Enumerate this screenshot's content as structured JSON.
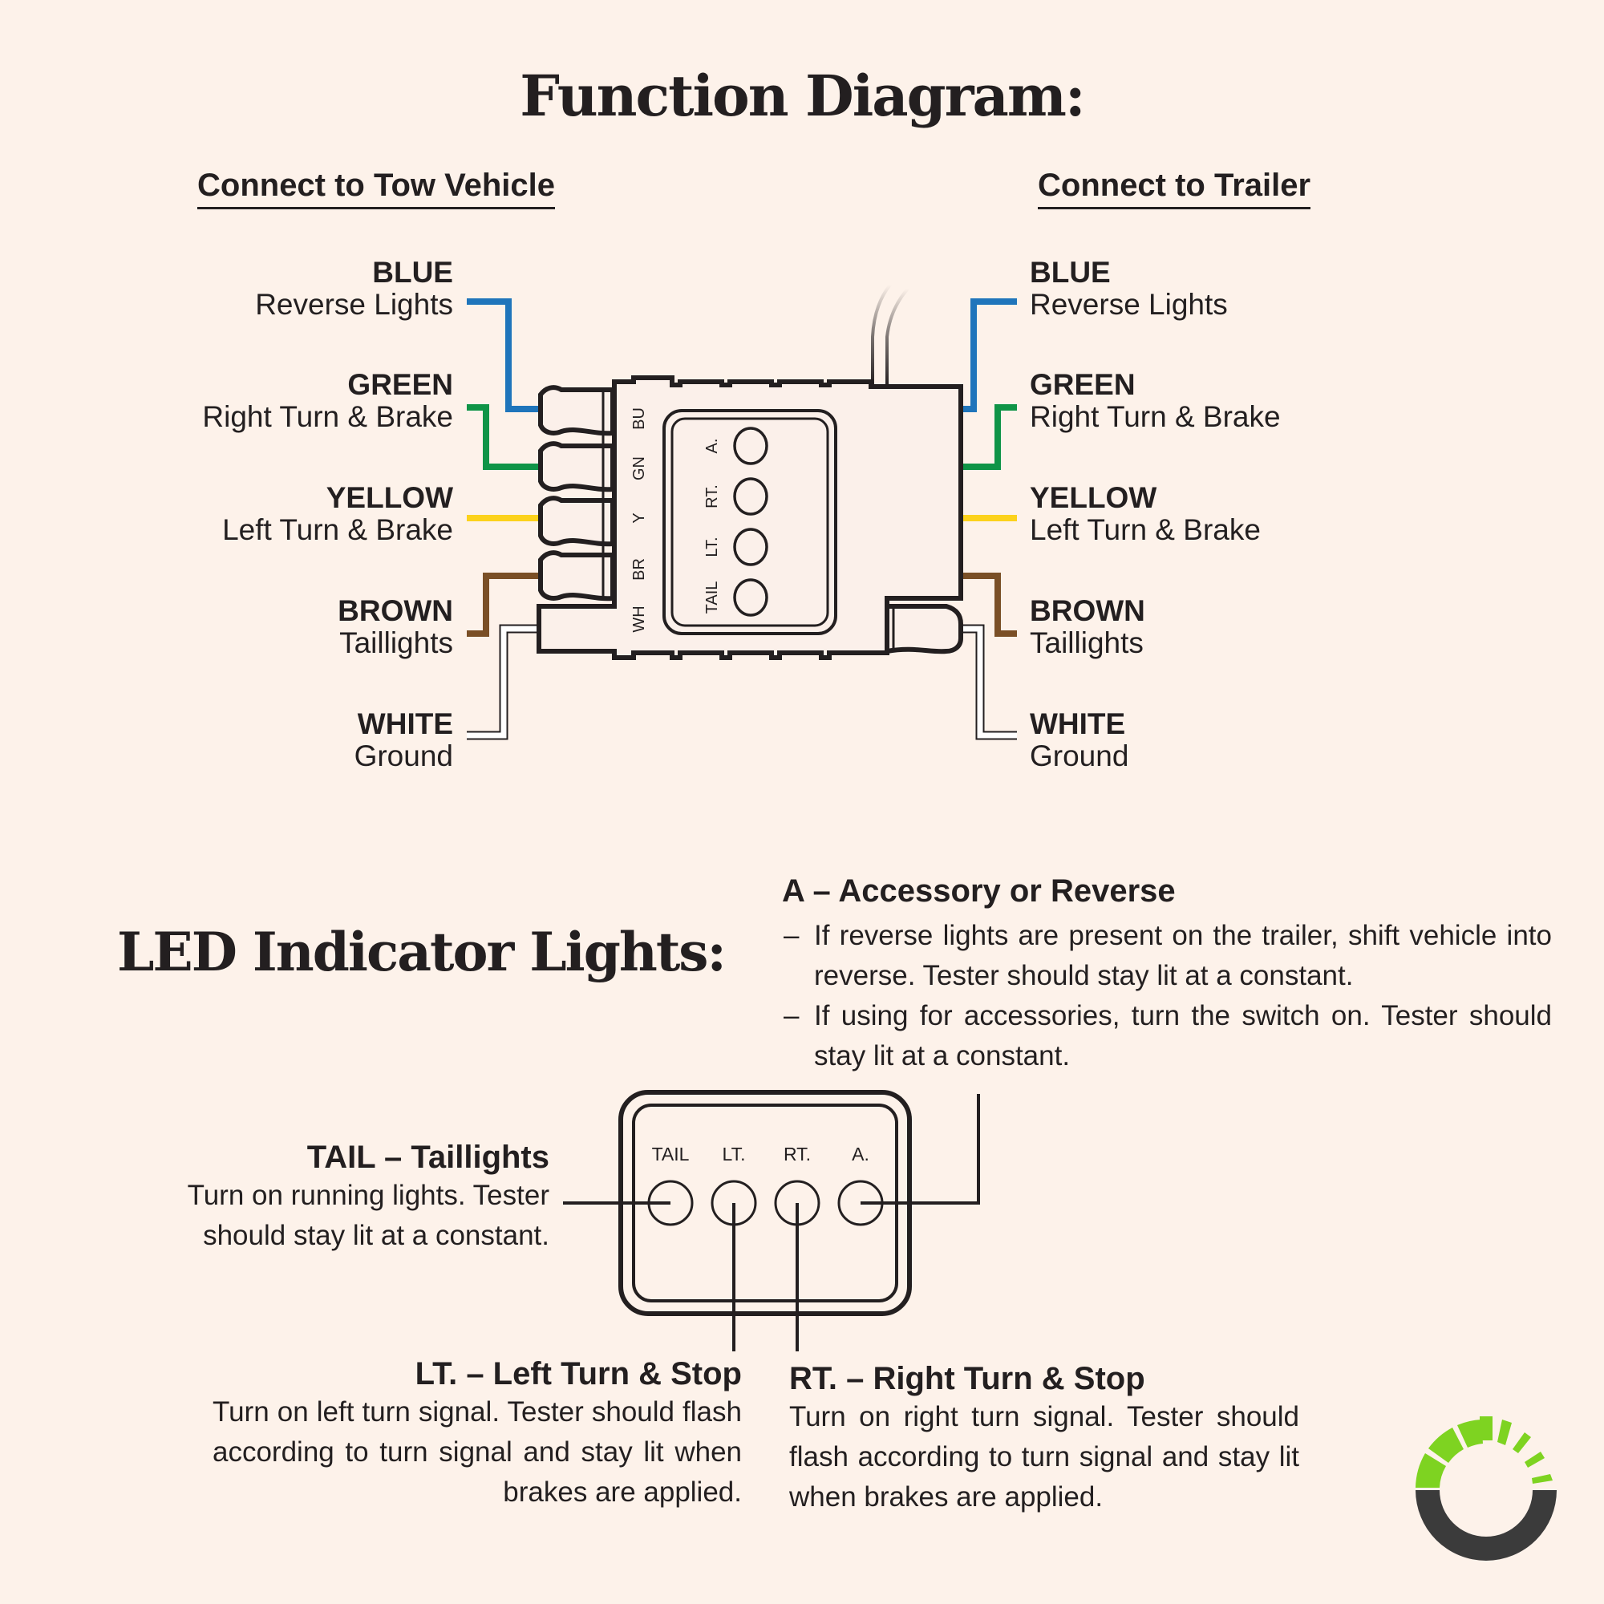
{
  "title": "Function Diagram:",
  "colors": {
    "background": "#fdf2ea",
    "ink": "#231f20",
    "blue": "#1f75bb",
    "green": "#0f9447",
    "yellow": "#fcd21c",
    "brown": "#7a4f26",
    "white": "#ffffff",
    "logo_green": "#7ed321",
    "logo_dark": "#3b3b3b"
  },
  "tow_vehicle": {
    "heading": "Connect to Tow Vehicle",
    "wires": [
      {
        "color_name": "BLUE",
        "function": "Reverse Lights"
      },
      {
        "color_name": "GREEN",
        "function": "Right Turn & Brake"
      },
      {
        "color_name": "YELLOW",
        "function": "Left Turn & Brake"
      },
      {
        "color_name": "BROWN",
        "function": "Taillights"
      },
      {
        "color_name": "WHITE",
        "function": "Ground"
      }
    ]
  },
  "trailer": {
    "heading": "Connect to Trailer",
    "wires": [
      {
        "color_name": "BLUE",
        "function": "Reverse Lights"
      },
      {
        "color_name": "GREEN",
        "function": "Right Turn & Brake"
      },
      {
        "color_name": "YELLOW",
        "function": "Left Turn & Brake"
      },
      {
        "color_name": "BROWN",
        "function": "Taillights"
      },
      {
        "color_name": "WHITE",
        "function": "Ground"
      }
    ]
  },
  "module": {
    "pin_labels": [
      "BU",
      "GN",
      "Y",
      "BR",
      "WH"
    ],
    "led_labels": [
      "A.",
      "RT.",
      "LT.",
      "TAIL"
    ]
  },
  "led_section": {
    "title": "LED Indicator Lights:",
    "panel_labels": [
      "TAIL",
      "LT.",
      "RT.",
      "A."
    ],
    "accessory": {
      "heading": "A – Accessory or Reverse",
      "bullets": [
        "If reverse lights are present on the trailer, shift vehicle into reverse. Tester should stay lit at a constant.",
        "If using for accessories, turn the switch on. Tester should stay lit at a constant."
      ]
    },
    "tail": {
      "heading": "TAIL – Taillights",
      "body_line1": "Turn on running lights. Tester",
      "body_line2": "should stay lit at a constant."
    },
    "left": {
      "heading": "LT. – Left Turn & Stop",
      "body": "Turn on left turn signal. Tester should flash according to turn signal and stay lit when brakes are applied."
    },
    "right": {
      "heading": "RT. – Right Turn & Stop",
      "body": "Turn on right turn signal. Tester should flash according to turn signal and stay lit when brakes are applied."
    }
  },
  "logo": {
    "name": "brand-logo-icon"
  }
}
